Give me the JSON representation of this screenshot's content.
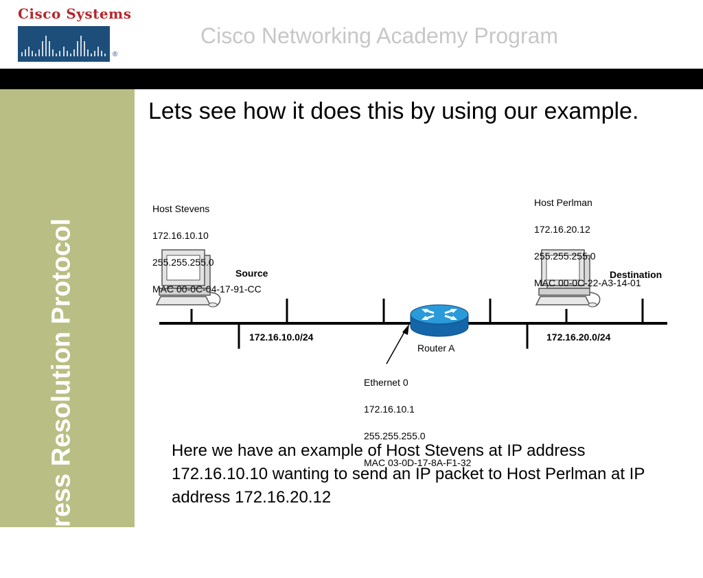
{
  "header": {
    "logo_text": "Cisco Systems",
    "logo_reg": "®",
    "title": "Cisco Networking Academy Program"
  },
  "sidebar": {
    "title": "Address Resolution Protocol"
  },
  "slide": {
    "heading": "Lets see how it does this by using our example.",
    "caption": "Here we have an example of Host Stevens at IP address 172.16.10.10 wanting to send an IP packet to Host Perlman at IP address 172.16.20.12"
  },
  "diagram": {
    "host_stevens": {
      "name": "Host Stevens",
      "ip": "172.16.10.10",
      "mask": "255.255.255.0",
      "mac": "MAC 00-0C-04-17-91-CC",
      "role": "Source"
    },
    "host_perlman": {
      "name": "Host Perlman",
      "ip": "172.16.20.12",
      "mask": "255.255.255.0",
      "mac": "MAC 00-0C-22-A3-14-01",
      "role": "Destination"
    },
    "network_left": "172.16.10.0/24",
    "network_right": "172.16.20.0/24",
    "router": {
      "name": "Router A",
      "interface": "Ethernet 0",
      "ip": "172.16.10.1",
      "mask": "255.255.255.0",
      "mac": "MAC 03-0D-17-8A-F1-32"
    }
  },
  "colors": {
    "sidebar": "#b9be84",
    "logo_red": "#b3282d",
    "logo_blue": "#1d4e7a",
    "router": "#1e8fd0"
  }
}
